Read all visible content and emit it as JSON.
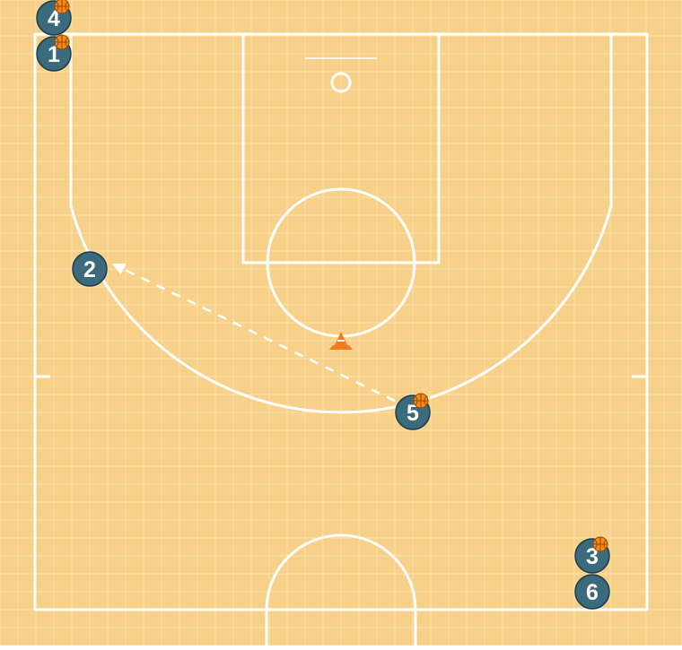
{
  "court": {
    "background_color": "#f7d089",
    "grid_color": "#fbdfa4",
    "line_color": "#ffffff"
  },
  "players": [
    {
      "id": "p4",
      "label": "4",
      "has_ball": true
    },
    {
      "id": "p1",
      "label": "1",
      "has_ball": true
    },
    {
      "id": "p2",
      "label": "2",
      "has_ball": false
    },
    {
      "id": "p5",
      "label": "5",
      "has_ball": true
    },
    {
      "id": "p3",
      "label": "3",
      "has_ball": true
    },
    {
      "id": "p6",
      "label": "6",
      "has_ball": false
    }
  ],
  "player_style": {
    "fill": "#3a6a7c",
    "stroke": "#1e3c48",
    "text_color": "#ffffff",
    "ball_color": "#f28a1a",
    "ball_seam_color": "#9a4a00"
  },
  "pass": {
    "from": "5",
    "to": "2",
    "line_style": "dashed",
    "arrow": true
  },
  "cone": {
    "icon": "traffic-cone-icon",
    "color": "#f47a20",
    "stripe_color": "#ffffff"
  }
}
